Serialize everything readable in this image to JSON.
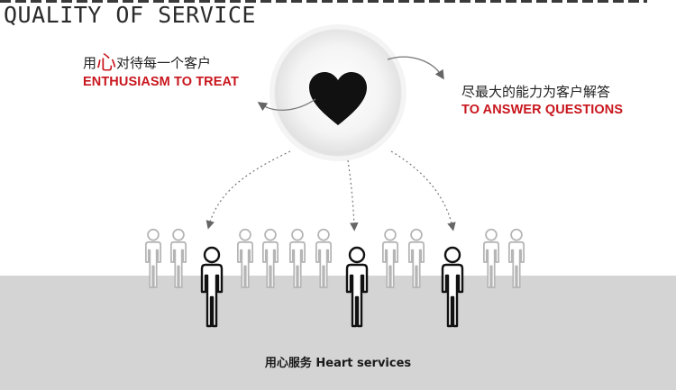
{
  "header": {
    "title": "QUALITY OF SERVICE"
  },
  "callouts": {
    "left": {
      "cn_prefix": "用",
      "cn_emphasis": "心",
      "cn_suffix": "对待每一个客户",
      "en": "ENTHUSIASM TO TREAT"
    },
    "right": {
      "cn": "尽最大的能力为客户解答",
      "en": "TO ANSWER QUESTIONS"
    }
  },
  "caption": {
    "cn": "用心服务",
    "en": "Heart services"
  },
  "center": {
    "icon": "heart-icon"
  },
  "colors": {
    "accent": "#c8161d",
    "floor": "#d4d4d4",
    "person_bold": "#111111",
    "person_faded": "#b5b5b5"
  }
}
